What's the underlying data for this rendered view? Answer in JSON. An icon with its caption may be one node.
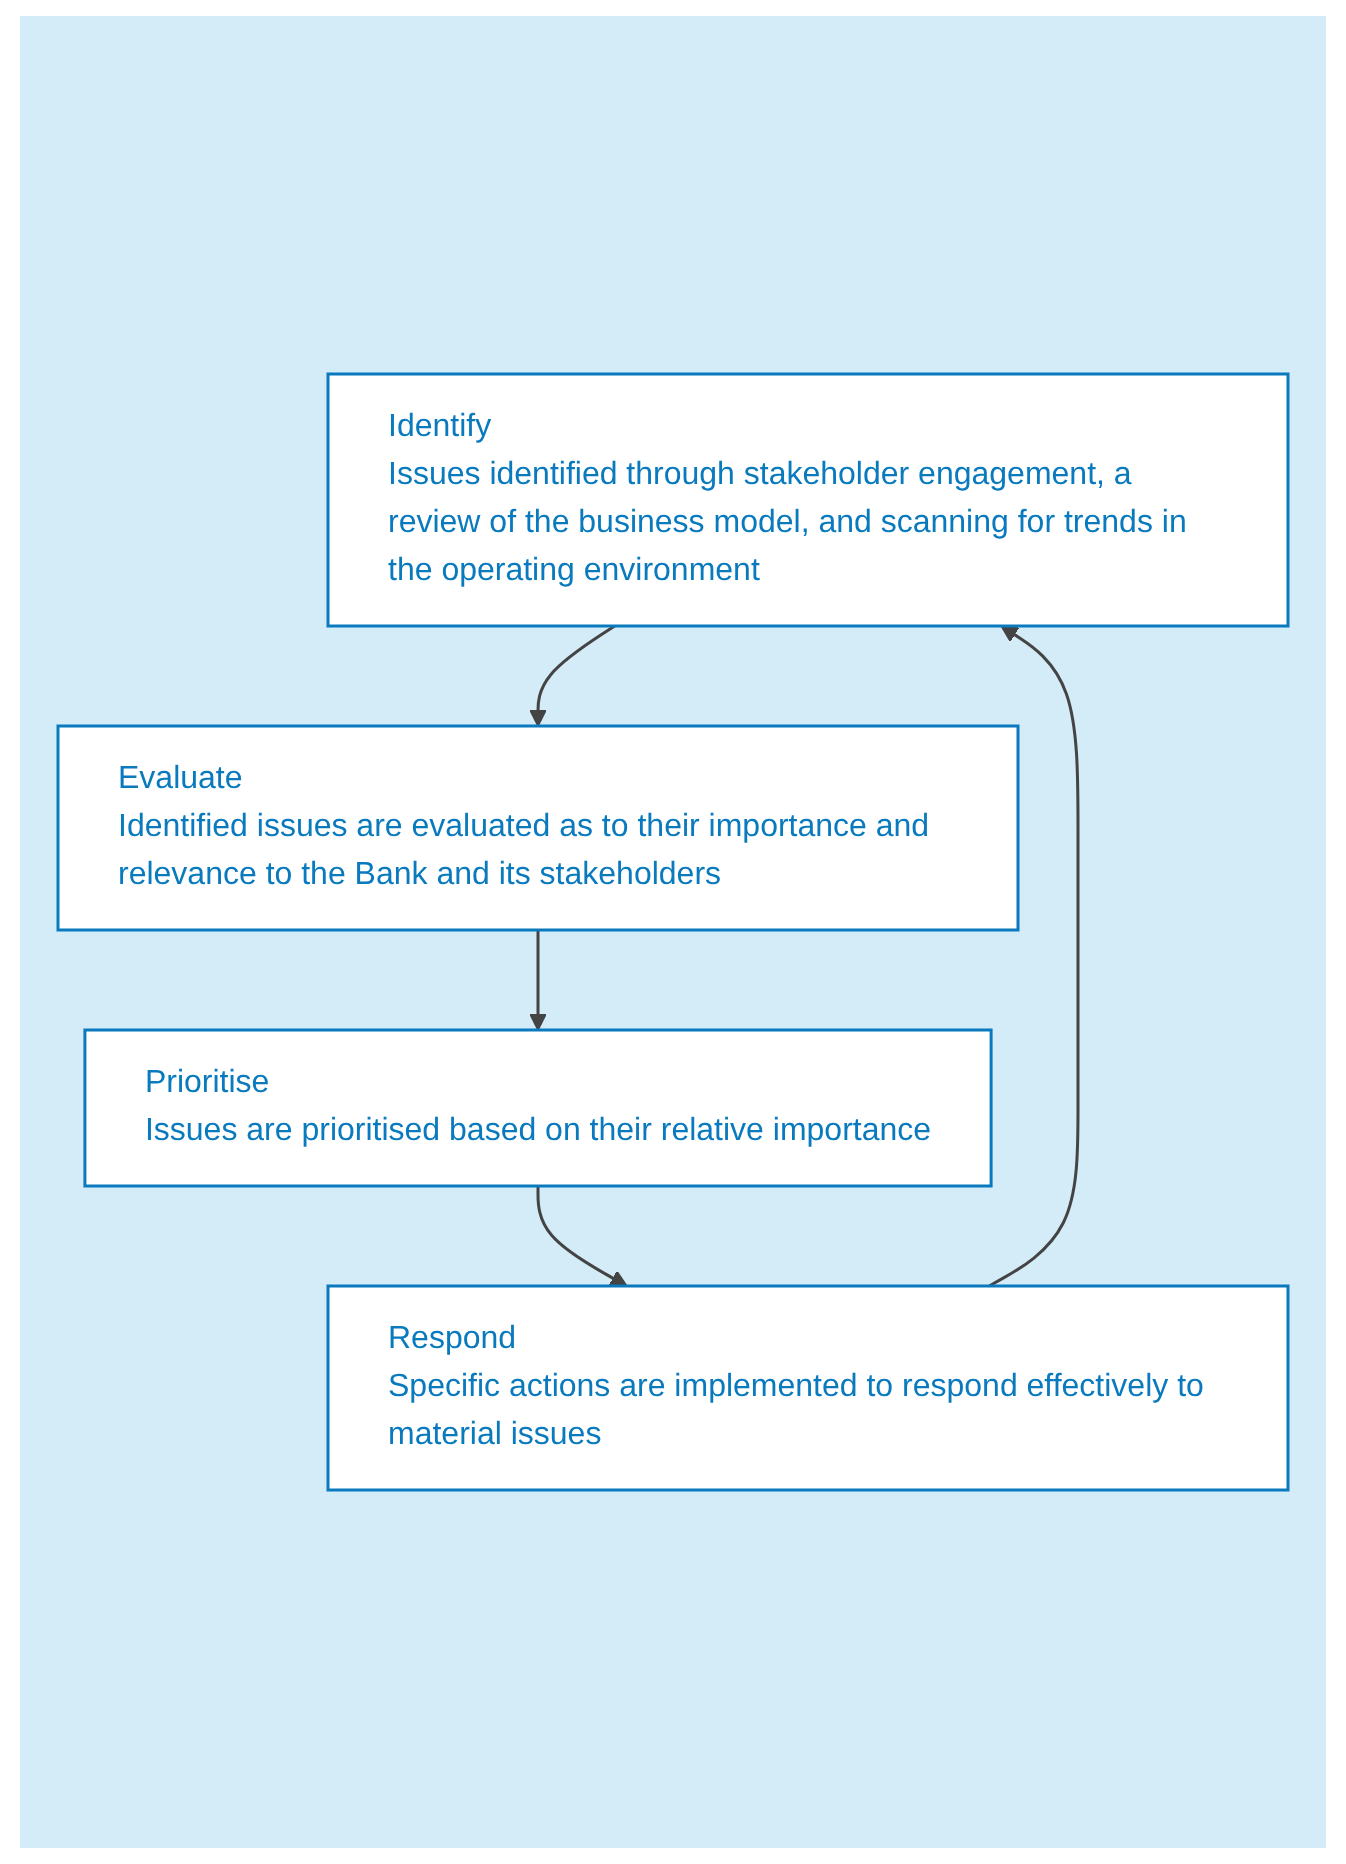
{
  "diagram": {
    "nodes": [
      {
        "text": [
          "Identify",
          "Issues identified through stakeholder engagement, a review of the business model, and scanning for trends in the operating environment"
        ]
      },
      {
        "text": [
          "Evaluate",
          "Identified issues are evaluated as to their importance and relevance to the Bank and its stakeholders"
        ]
      },
      {
        "text": [
          "Prioritise",
          "Issues are prioritised based on their relative importance"
        ]
      },
      {
        "text": [
          "Respond",
          "Specific actions are implemented to respond effectively to material issues"
        ]
      }
    ],
    "edges": [
      {
        "from": 0,
        "to": 1,
        "arrow": "to"
      },
      {
        "from": 1,
        "to": 2,
        "arrow": "to"
      },
      {
        "from": 2,
        "to": 3,
        "arrow": "to"
      },
      {
        "from": 3,
        "to": 0,
        "arrow": "to"
      }
    ]
  }
}
